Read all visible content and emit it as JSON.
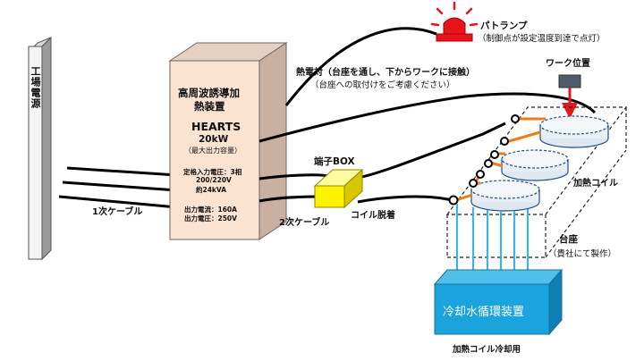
{
  "factory": {
    "label": "工場電源"
  },
  "device": {
    "title1": "高周波誘導加",
    "title2": "熱装置",
    "model": "HEARTS",
    "power": "20kW",
    "power_note": "（最大出力容量）",
    "input1": "定格入力電圧：3相",
    "input2": "200/220V",
    "input3": "約24kVA",
    "output1": "出力電流：160A",
    "output2": "出力電圧：250V"
  },
  "cables": {
    "primary": "1次ケーブル",
    "secondary": "2次ケーブル"
  },
  "terminal": {
    "label": "端子BOX"
  },
  "coil_detach": {
    "label": "コイル脱着"
  },
  "thermocouple": {
    "line1": "熱電対（台座を通し、下からワークに接触）",
    "line2": "（台座への取付けをご考慮ください）"
  },
  "patlamp": {
    "label": "パトランプ",
    "note": "（制御点が設定温度到達で点灯）",
    "color": "#e8141c"
  },
  "work_position": {
    "label": "ワーク位置"
  },
  "heating_coil": {
    "label": "加熱コイル"
  },
  "pedestal": {
    "label": "台座",
    "note": "（貴社にて製作）"
  },
  "chiller": {
    "label": "冷却水循環装置",
    "note": "加熱コイル冷却用",
    "color": "#1aa3dd"
  },
  "colors": {
    "device_face": "#fbe3d2",
    "terminal_box": "#fff200",
    "coil_leads": "#ee7b16",
    "water": "#3cb4e6"
  }
}
